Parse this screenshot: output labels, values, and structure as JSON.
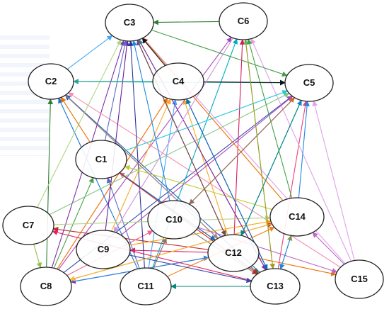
{
  "diagram": {
    "nodes": [
      {
        "id": "C3",
        "label": "C3"
      },
      {
        "id": "C6",
        "label": "C6"
      },
      {
        "id": "C2",
        "label": "C2"
      },
      {
        "id": "C4",
        "label": "C4"
      },
      {
        "id": "C5",
        "label": "C5"
      },
      {
        "id": "C1",
        "label": "C1"
      },
      {
        "id": "C7",
        "label": "C7"
      },
      {
        "id": "C10",
        "label": "C10"
      },
      {
        "id": "C14",
        "label": "C14"
      },
      {
        "id": "C9",
        "label": "C9"
      },
      {
        "id": "C12",
        "label": "C12"
      },
      {
        "id": "C8",
        "label": "C8"
      },
      {
        "id": "C11",
        "label": "C11"
      },
      {
        "id": "C13",
        "label": "C13"
      },
      {
        "id": "C15",
        "label": "C15"
      }
    ],
    "edges": [
      {
        "from": "C12",
        "to": "C3",
        "color": "#7b2fa8"
      },
      {
        "from": "C12",
        "to": "C6",
        "color": "#d81b60"
      },
      {
        "from": "C12",
        "to": "C2",
        "color": "#c62828"
      },
      {
        "from": "C12",
        "to": "C4",
        "color": "#f9a825"
      },
      {
        "from": "C12",
        "to": "C5",
        "color": "#1e88e5"
      },
      {
        "from": "C12",
        "to": "C1",
        "color": "#e57373"
      },
      {
        "from": "C12",
        "to": "C7",
        "color": "#c62828"
      },
      {
        "from": "C12",
        "to": "C8",
        "color": "#8e24aa"
      },
      {
        "from": "C12",
        "to": "C9",
        "color": "#d81b60"
      },
      {
        "from": "C12",
        "to": "C13",
        "color": "#2e7d32"
      },
      {
        "from": "C12",
        "to": "C15",
        "color": "#ef6c00"
      },
      {
        "from": "C8",
        "to": "C3",
        "color": "#7b2fa8"
      },
      {
        "from": "C8",
        "to": "C2",
        "color": "#2e7d32"
      },
      {
        "from": "C8",
        "to": "C4",
        "color": "#ef6c00"
      },
      {
        "from": "C8",
        "to": "C5",
        "color": "#3949ab"
      },
      {
        "from": "C8",
        "to": "C6",
        "color": "#ab47bc"
      },
      {
        "from": "C8",
        "to": "C1",
        "color": "#43a047"
      },
      {
        "from": "C8",
        "to": "C14",
        "color": "#c62828"
      },
      {
        "from": "C8",
        "to": "C10",
        "color": "#f06292"
      },
      {
        "from": "C8",
        "to": "C12",
        "color": "#1e88e5"
      },
      {
        "from": "C13",
        "to": "C2",
        "color": "#1565c0"
      },
      {
        "from": "C13",
        "to": "C3",
        "color": "#26a69a"
      },
      {
        "from": "C13",
        "to": "C4",
        "color": "#00838f"
      },
      {
        "from": "C13",
        "to": "C6",
        "color": "#66bb6a"
      },
      {
        "from": "C13",
        "to": "C5",
        "color": "#ec407a"
      },
      {
        "from": "C13",
        "to": "C14",
        "color": "#9e9d24"
      },
      {
        "from": "C13",
        "to": "C11",
        "color": "#00897b"
      },
      {
        "from": "C13",
        "to": "C7",
        "color": "#e91e63"
      },
      {
        "from": "C15",
        "to": "C3",
        "color": "#e1a0e8"
      },
      {
        "from": "C15",
        "to": "C5",
        "color": "#e1a0e8"
      },
      {
        "from": "C15",
        "to": "C6",
        "color": "#e1a0e8"
      },
      {
        "from": "C15",
        "to": "C2",
        "color": "#f48fb1"
      },
      {
        "from": "C15",
        "to": "C14",
        "color": "#ba68c8"
      },
      {
        "from": "C11",
        "to": "C3",
        "color": "#283593"
      },
      {
        "from": "C11",
        "to": "C4",
        "color": "#42a5f5"
      },
      {
        "from": "C11",
        "to": "C6",
        "color": "#00acc1"
      },
      {
        "from": "C11",
        "to": "C1",
        "color": "#5c6bc0"
      },
      {
        "from": "C11",
        "to": "C2",
        "color": "#1976d2"
      },
      {
        "from": "C11",
        "to": "C10",
        "color": "#8d6e63"
      },
      {
        "from": "C11",
        "to": "C14",
        "color": "#f57f17"
      },
      {
        "from": "C9",
        "to": "C3",
        "color": "#6a1b9a"
      },
      {
        "from": "C9",
        "to": "C5",
        "color": "#ab47bc"
      },
      {
        "from": "C9",
        "to": "C4",
        "color": "#f9a825"
      },
      {
        "from": "C9",
        "to": "C14",
        "color": "#ffa000"
      },
      {
        "from": "C9",
        "to": "C13",
        "color": "#3949ab"
      },
      {
        "from": "C7",
        "to": "C3",
        "color": "#aed581"
      },
      {
        "from": "C7",
        "to": "C5",
        "color": "#81c784"
      },
      {
        "from": "C7",
        "to": "C14",
        "color": "#aed581"
      },
      {
        "from": "C7",
        "to": "C8",
        "color": "#8bc34a"
      },
      {
        "from": "C10",
        "to": "C3",
        "color": "#1e88e5"
      },
      {
        "from": "C10",
        "to": "C5",
        "color": "#ef6c00"
      },
      {
        "from": "C10",
        "to": "C13",
        "color": "#757575"
      },
      {
        "from": "C10",
        "to": "C15",
        "color": "#ba68c8"
      },
      {
        "from": "C14",
        "to": "C6",
        "color": "#43a047"
      },
      {
        "from": "C14",
        "to": "C3",
        "color": "#ef6c00"
      },
      {
        "from": "C14",
        "to": "C1",
        "color": "#c0ca33"
      },
      {
        "from": "C14",
        "to": "C5",
        "color": "#1e88e5"
      },
      {
        "from": "C14",
        "to": "C8",
        "color": "#fbc02d"
      },
      {
        "from": "C14",
        "to": "C13",
        "color": "#1e88e5"
      },
      {
        "from": "C1",
        "to": "C3",
        "color": "#5c6bc0"
      },
      {
        "from": "C1",
        "to": "C5",
        "color": "#26c6da"
      },
      {
        "from": "C1",
        "to": "C2",
        "color": "#ef6c00"
      },
      {
        "from": "C1",
        "to": "C12",
        "color": "#1565c0"
      },
      {
        "from": "C1",
        "to": "C13",
        "color": "#c62828"
      },
      {
        "from": "C2",
        "to": "C3",
        "color": "#42a5f5"
      },
      {
        "from": "C2",
        "to": "C5",
        "color": "#26a69a"
      },
      {
        "from": "C2",
        "to": "C12",
        "color": "#a1887f"
      },
      {
        "from": "C3",
        "to": "C5",
        "color": "#43a047"
      },
      {
        "from": "C3",
        "to": "C12",
        "color": "#6d4c41"
      },
      {
        "from": "C3",
        "to": "C13",
        "color": "#8e24aa"
      },
      {
        "from": "C4",
        "to": "C5",
        "color": "#111111"
      },
      {
        "from": "C4",
        "to": "C13",
        "color": "#1565c0"
      },
      {
        "from": "C4",
        "to": "C3",
        "color": "#111111"
      },
      {
        "from": "C4",
        "to": "C2",
        "color": "#26a69a"
      },
      {
        "from": "C5",
        "to": "C12",
        "color": "#00897b"
      },
      {
        "from": "C5",
        "to": "C10",
        "color": "#8d6e63"
      },
      {
        "from": "C6",
        "to": "C3",
        "color": "#2e7d32"
      },
      {
        "from": "C6",
        "to": "C13",
        "color": "#9e9d24"
      },
      {
        "from": "C6",
        "to": "C9",
        "color": "#ce93d8"
      }
    ]
  }
}
